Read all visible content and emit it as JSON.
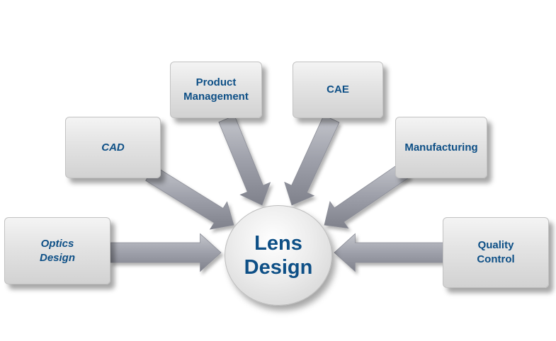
{
  "center": {
    "label": "Lens\nDesign"
  },
  "nodes": [
    {
      "id": "optics-design",
      "label": "Optics\nDesign",
      "italic": true
    },
    {
      "id": "cad",
      "label": "CAD",
      "italic": true
    },
    {
      "id": "product-management",
      "label": "Product\nManagement",
      "italic": false
    },
    {
      "id": "cae",
      "label": "CAE",
      "italic": false
    },
    {
      "id": "manufacturing",
      "label": "Manufacturing",
      "italic": false
    },
    {
      "id": "quality-control",
      "label": "Quality\nControl",
      "italic": false
    }
  ],
  "colors": {
    "text": "#0d4f86",
    "arrow": "#9a9ca6",
    "box": "#dcdcdc"
  }
}
